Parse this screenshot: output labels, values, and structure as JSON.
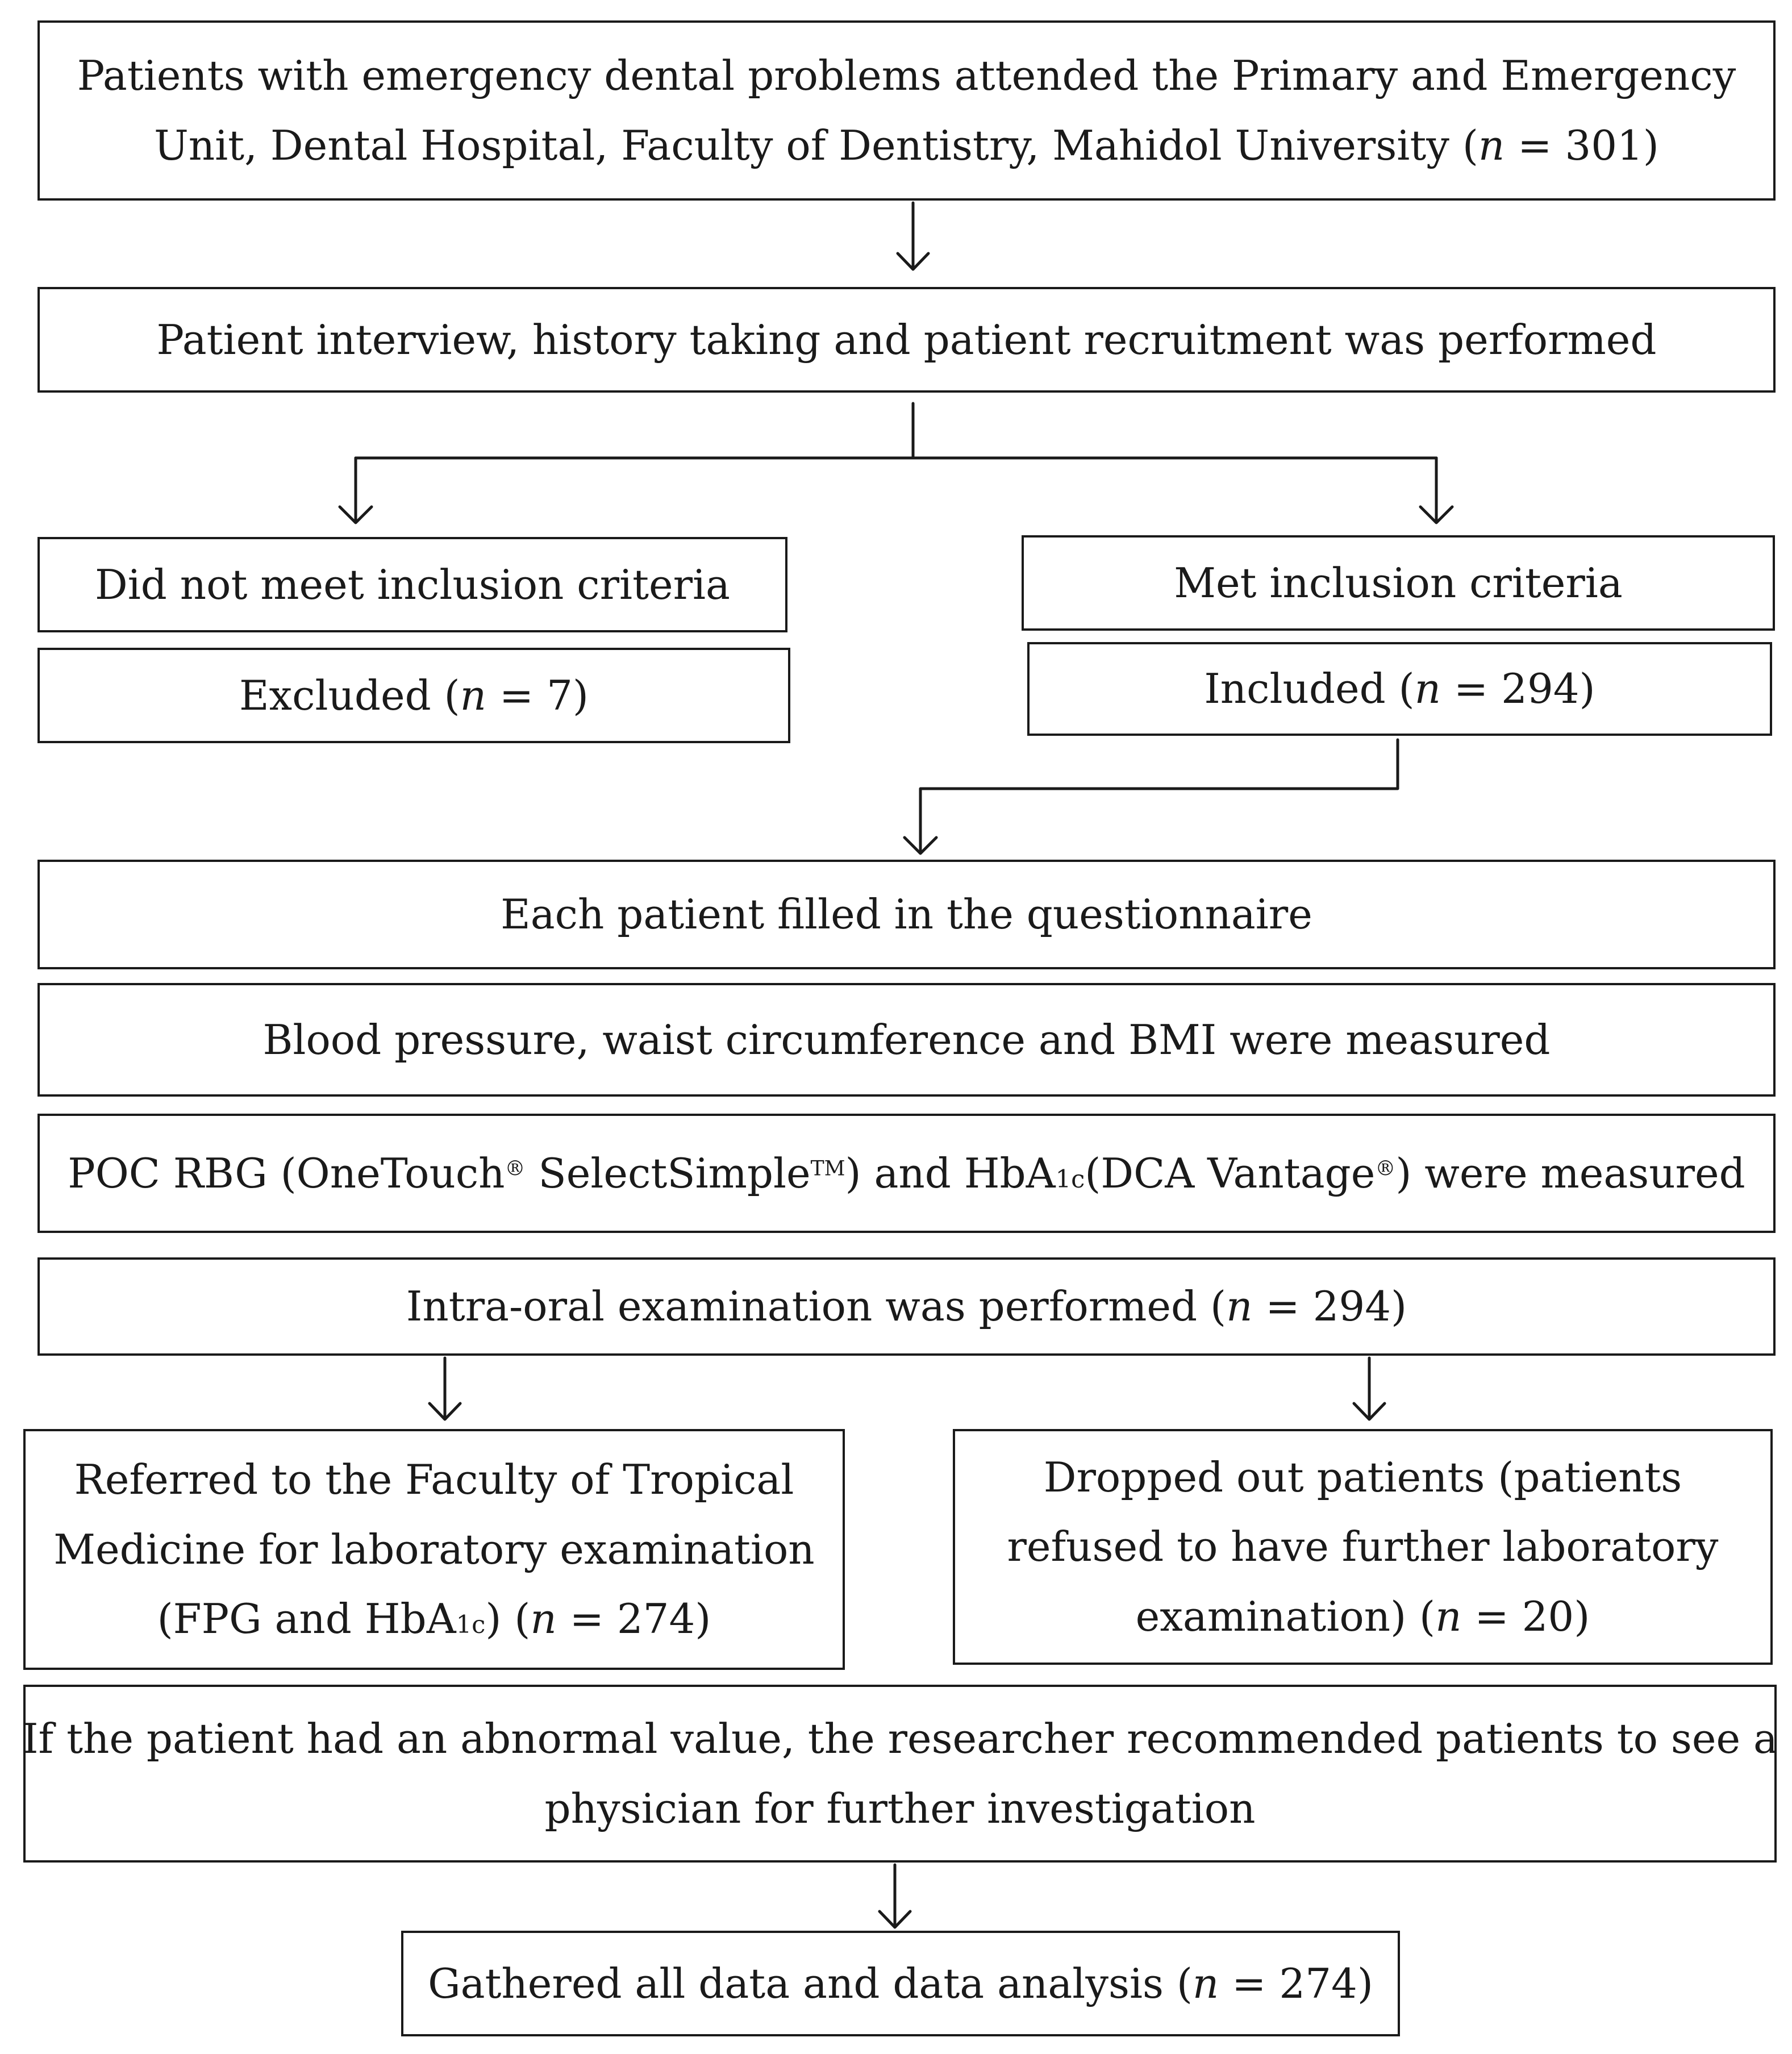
{
  "nodes": {
    "attended": {
      "line1": "Patients with emergency dental problems attended the Primary and Emergency",
      "line2": "Unit, Dental Hospital, Faculty of Dentistry, Mahidol University (",
      "n_var": "n",
      "n_val": " = 301)"
    },
    "interview": {
      "text": "Patient interview, history taking and patient recruitment was performed"
    },
    "not_met": {
      "text": "Did not meet inclusion criteria"
    },
    "excluded": {
      "pre": "Excluded (",
      "n_var": "n",
      "n_val": " = 7)"
    },
    "met": {
      "text": "Met inclusion criteria"
    },
    "included": {
      "pre": "Included (",
      "n_var": "n",
      "n_val": " = 294)"
    },
    "questionnaire": {
      "text": "Each patient filled in the questionnaire"
    },
    "measurements": {
      "text": "Blood pressure, waist circumference and BMI were measured"
    },
    "poc": {
      "p1": "POC RBG (OneTouch",
      "reg1": "®",
      "p2": " SelectSimple",
      "tm": "TM",
      "p3": ") and HbA",
      "sub": "1c",
      "p4": "(DCA Vantage",
      "reg2": "®",
      "p5": ") were measured"
    },
    "intraoral": {
      "pre": "Intra-oral examination was performed (",
      "n_var": "n",
      "n_val": " = 294)"
    },
    "referred": {
      "line1": "Referred to the Faculty of Tropical",
      "line2": "Medicine for laboratory examination",
      "line3_pre": "(FPG and HbA",
      "line3_sub": "1c",
      "line3_mid": ") (",
      "n_var": "n",
      "n_val": " = 274)"
    },
    "dropped": {
      "line1": "Dropped out patients (patients",
      "line2": "refused to have further laboratory",
      "line3_pre": "examination) (",
      "n_var": "n",
      "n_val": " = 20)"
    },
    "abnormal": {
      "line1": "If the patient had an abnormal value, the researcher recommended patients to see a",
      "line2": "physician for further investigation"
    },
    "gathered": {
      "pre": "Gathered all data and data analysis (",
      "n_var": "n",
      "n_val": " = 274)"
    }
  }
}
